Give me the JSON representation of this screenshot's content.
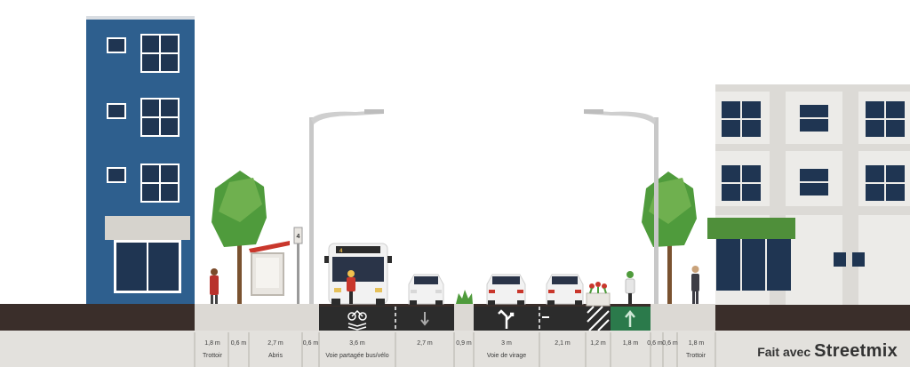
{
  "labels": {
    "w_trottoir_l": "1,8 m",
    "w_buffer_l": "0,6 m",
    "w_abris": "2,7 m",
    "w_buffer_l2": "0,6 m",
    "w_bus": "3,6 m",
    "w_lane1": "2,7 m",
    "w_median": "0,9 m",
    "w_turn": "3 m",
    "w_lane2": "2,1 m",
    "w_bikebuffer": "1,2 m",
    "w_bike": "1,8 m",
    "w_buffer_r1": "0,6 m",
    "w_buffer_r2": "0,6 m",
    "w_trottoir_r": "1,8 m",
    "n_trottoir_l": "Trottoir",
    "n_abris": "Abris",
    "n_bus": "Voie partagée bus/vélo",
    "n_turn": "Voie de virage",
    "n_trottoir_r": "Trottoir"
  },
  "credit": {
    "made_with": "Fait avec",
    "brand": "Streetmix"
  },
  "signage": {
    "bus_destination": "4",
    "stop_sign": "4"
  },
  "colors": {
    "building_left": "#2e5f8e",
    "asphalt": "#2c2c2c",
    "bike_lane": "#2b7a4b",
    "sidewalk": "#dcd9d4",
    "foliage": "#4f9b3c",
    "awning": "#4f8f3a"
  }
}
